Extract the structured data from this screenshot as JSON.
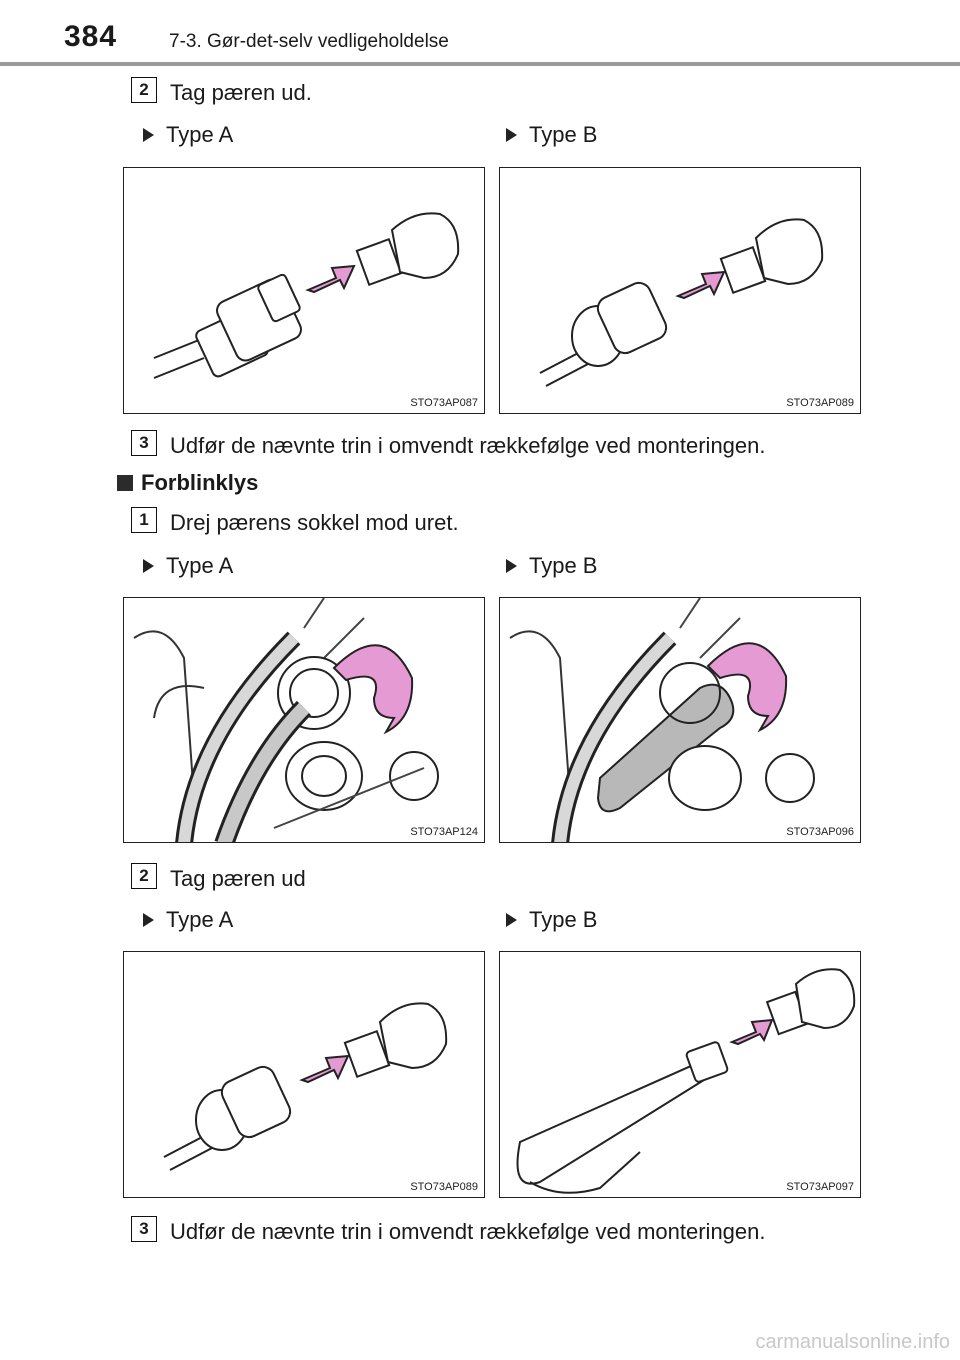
{
  "header": {
    "page_number": "384",
    "chapter": "7-3. Gør-det-selv vedligeholdelse"
  },
  "sections": [
    {
      "step": "2",
      "text": "Tag pæren ud.",
      "type_labels": [
        "Type A",
        "Type B"
      ],
      "images": [
        "STO73AP087",
        "STO73AP089"
      ]
    },
    {
      "step": "3",
      "text": "Udfør de nævnte trin i omvendt rækkefølge ved monteringen."
    },
    {
      "heading": "Forblinklys"
    },
    {
      "step": "1",
      "text": "Drej pærens sokkel mod uret.",
      "type_labels": [
        "Type A",
        "Type B"
      ],
      "images": [
        "STO73AP124",
        "STO73AP096"
      ]
    },
    {
      "step": "2",
      "text": "Tag pæren ud",
      "type_labels": [
        "Type A",
        "Type B"
      ],
      "images": [
        "STO73AP089",
        "STO73AP097"
      ]
    },
    {
      "step": "3",
      "text": "Udfør de nævnte trin i omvendt rækkefølge ved monteringen."
    }
  ],
  "footer": {
    "watermark": "carmanualsonline.info"
  },
  "colors": {
    "arrow": "#e59ad4",
    "arrow_stroke": "#222222",
    "rule": "#9a9a9a"
  }
}
